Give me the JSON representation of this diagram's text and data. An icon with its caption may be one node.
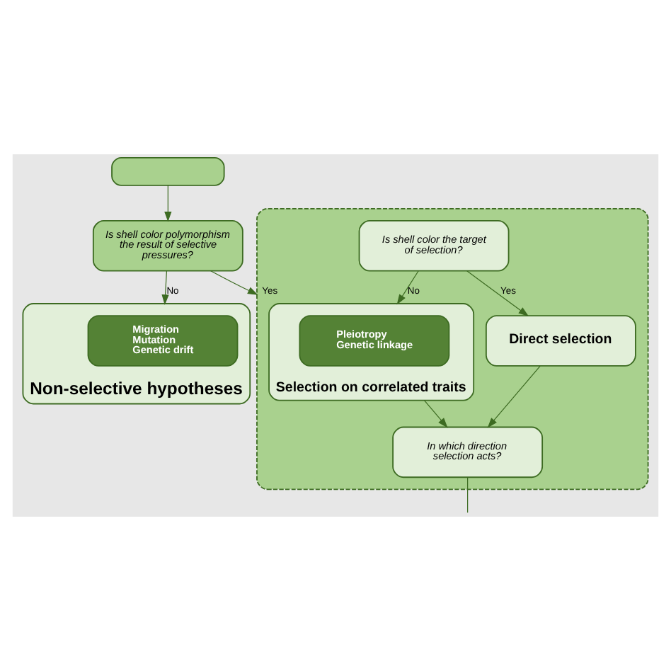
{
  "diagram": {
    "nodes": [
      {
        "text": [],
        "shape": "box"
      },
      {
        "text": [
          "Non-selective hypotheses"
        ]
      },
      {
        "text": [
          "Migration",
          "Mutation",
          "Genetic drift"
        ],
        "in": 1
      },
      {
        "text": [
          "Is shell color polymorphism the result of selective pressures?"
        ]
      },
      {
        "text": [],
        "shape": "box"
      },
      {
        "text": [
          "Selection on correlated traits"
        ],
        "in": 4
      },
      {
        "text": [
          "Pleiotropy",
          "Genetic linkage"
        ],
        "in": 5
      },
      {
        "text": [
          "Is shell color the target of selection?"
        ],
        "in": 4
      },
      {
        "text": [
          "Direct selection"
        ],
        "in": 4
      },
      {
        "text": [
          "In which direction selection acts?"
        ],
        "in": 4
      }
    ],
    "edges": [
      {
        "from": 0,
        "to": 3,
        "arrow": "to"
      },
      {
        "from": 3,
        "to": 1,
        "label": "No",
        "arrow": "to"
      },
      {
        "from": 3,
        "to": 4,
        "label": "Yes",
        "arrow": "to"
      },
      {
        "from": 7,
        "to": 5,
        "label": "No",
        "arrow": "to"
      },
      {
        "from": 7,
        "to": 8,
        "label": "Yes",
        "arrow": "to"
      },
      {
        "from": 5,
        "to": 9,
        "arrow": "to"
      },
      {
        "from": 8,
        "to": 9,
        "arrow": "to"
      },
      {
        "from": 9,
        "to": null,
        "arrow": "none"
      }
    ]
  }
}
